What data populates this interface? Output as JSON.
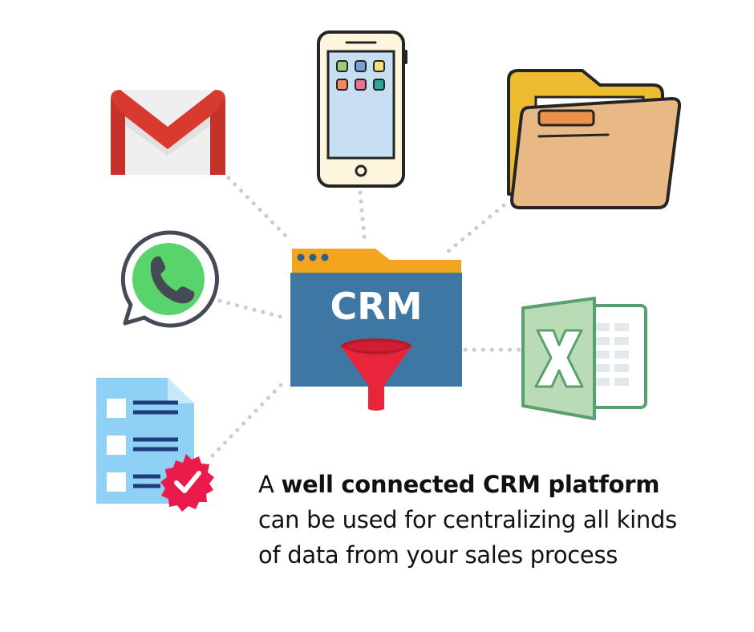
{
  "center": {
    "label": "CRM"
  },
  "caption": {
    "prefix": "A ",
    "bold": "well connected CRM platform",
    "line2": "can be used for centralizing all kinds",
    "line3": "of data from your sales process"
  },
  "icons": [
    "gmail-icon",
    "smartphone-icon",
    "folder-icon",
    "whatsapp-icon",
    "excel-icon",
    "checklist-icon",
    "crm-window-icon",
    "funnel-icon"
  ],
  "colors": {
    "crm_blue": "#3f77a4",
    "crm_bar": "#f3a51f",
    "funnel": "#e8253a",
    "gmail_red": "#d93a2f",
    "excel_green": "#58a06d",
    "whatsapp_green": "#59d46d",
    "folder_tan": "#e8b985",
    "checklist_blue": "#8fd0f5",
    "badge_red": "#ea1a4a",
    "connector": "#cccccc"
  }
}
